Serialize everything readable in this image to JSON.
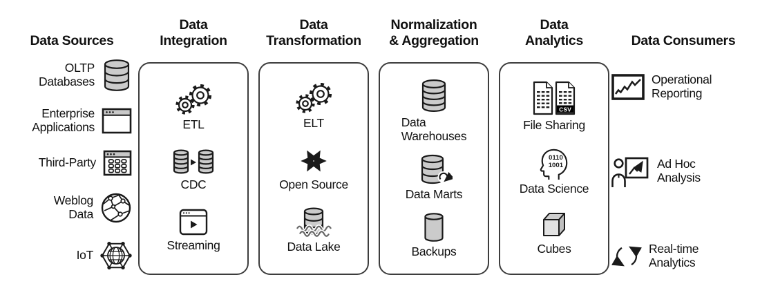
{
  "title": "Data pipeline architecture diagram",
  "colors": {
    "outline": "#1a1a1a",
    "icon_gray": "#cbcbcb",
    "window_bar_gray": "#c8c8c8",
    "box_border": "#3d3d3d",
    "wave_gray": "#666666",
    "background": "#ffffff"
  },
  "columns": [
    {
      "header": "Data Sources",
      "boxed": false,
      "icon_side": "right",
      "items": [
        {
          "label": "OLTP\nDatabases",
          "icon": "database-icon"
        },
        {
          "label": "Enterprise\nApplications",
          "icon": "app-window-icon"
        },
        {
          "label": "Third-Party",
          "icon": "table-window-icon"
        },
        {
          "label": "Weblog\nData",
          "icon": "globe-network-icon"
        },
        {
          "label": "IoT",
          "icon": "iot-network-icon"
        }
      ]
    },
    {
      "header": "Data\nIntegration",
      "boxed": true,
      "items": [
        {
          "label": "ETL",
          "icon": "gears-icon"
        },
        {
          "label": "CDC",
          "icon": "database-replication-icon"
        },
        {
          "label": "Streaming",
          "icon": "streaming-window-icon"
        }
      ]
    },
    {
      "header": "Data\nTransformation",
      "boxed": true,
      "items": [
        {
          "label": "ELT",
          "icon": "gears-icon"
        },
        {
          "label": "Open Source",
          "icon": "expand-arrows-icon"
        },
        {
          "label": "Data Lake",
          "icon": "data-lake-icon"
        }
      ]
    },
    {
      "header": "Normalization\n& Aggregation",
      "boxed": true,
      "items": [
        {
          "label": "Data\nWarehouses",
          "icon": "database-stack-icon"
        },
        {
          "label": "Data Marts",
          "icon": "database-sync-icon"
        },
        {
          "label": "Backups",
          "icon": "cylinder-icon"
        }
      ]
    },
    {
      "header": "Data\nAnalytics",
      "boxed": true,
      "items": [
        {
          "label": "File Sharing",
          "icon": "csv-files-icon",
          "icon_text": {
            "badge": "CSV"
          }
        },
        {
          "label": "Data Science",
          "icon": "head-binary-icon",
          "icon_text": {
            "line1": "0110",
            "line2": "1001"
          }
        },
        {
          "label": "Cubes",
          "icon": "cube-icon"
        }
      ]
    },
    {
      "header": "Data Consumers",
      "boxed": false,
      "icon_side": "left",
      "items": [
        {
          "label": "Operational\nReporting",
          "icon": "line-chart-icon"
        },
        {
          "label": "Ad Hoc\nAnalysis",
          "icon": "presenter-chart-icon"
        },
        {
          "label": "Real-time\nAnalytics",
          "icon": "refresh-arrows-icon"
        }
      ]
    }
  ]
}
